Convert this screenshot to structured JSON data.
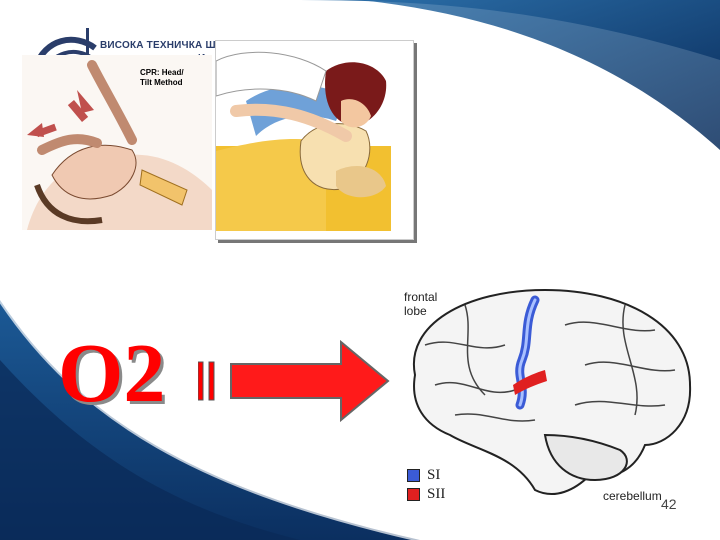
{
  "header": {
    "logo_line1": "ВИСОКА ТЕХНИЧКА Ш",
    "logo_line2": "И"
  },
  "cpr_caption": "CPR: Head/\nTilt Method",
  "equation": {
    "left": "O2"
  },
  "brain": {
    "label_frontal": "frontal\nlobe",
    "label_cerebellum": "cerebellum",
    "legend": [
      {
        "label": "SI",
        "color": "#3b5bd6"
      },
      {
        "label": "SII",
        "color": "#e02020"
      }
    ]
  },
  "page_number": "42",
  "colors": {
    "accent_red": "#ff0000",
    "navy": "#0d3a6e"
  }
}
